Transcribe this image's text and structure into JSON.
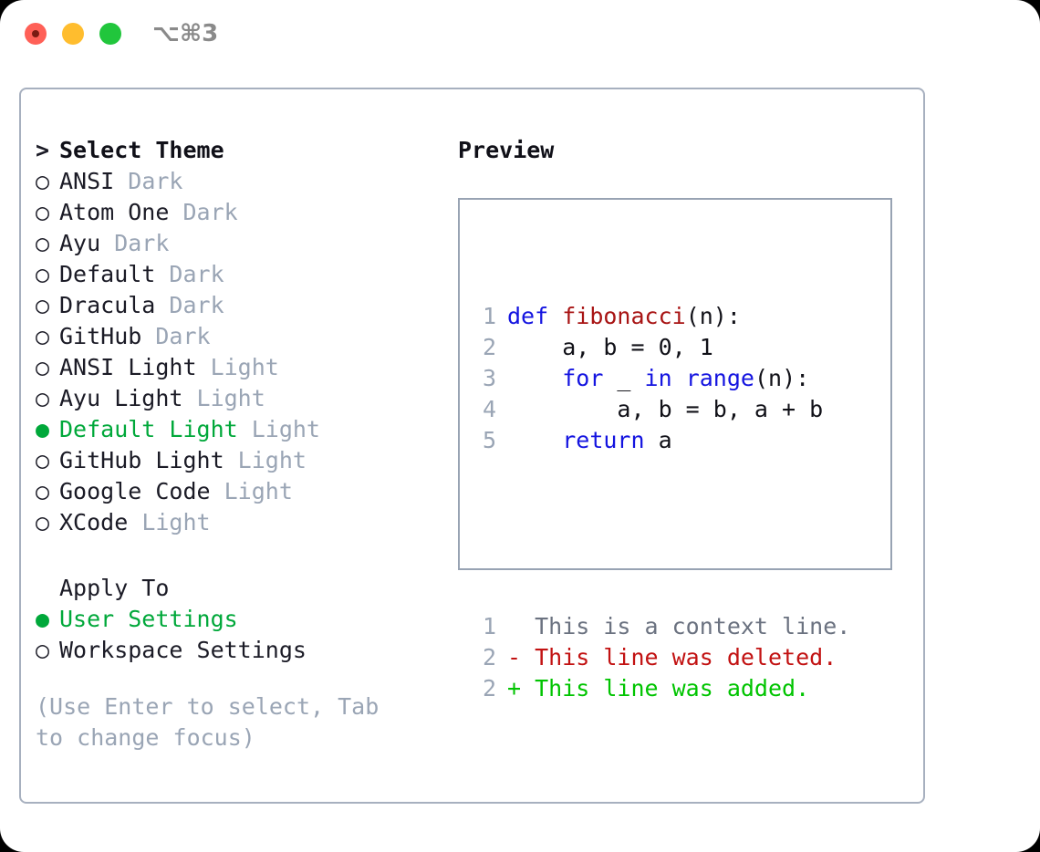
{
  "titlebar": {
    "shortcut": "⌥⌘3",
    "buttons": [
      "close",
      "minimize",
      "maximize"
    ]
  },
  "colors": {
    "selected_green": "#00a83a",
    "muted": "#9aa5b5",
    "keyword_blue": "#1414e0",
    "function_red": "#a81414",
    "diff_deleted": "#c21212",
    "diff_added": "#00c400",
    "border": "#a7b0bf"
  },
  "theme_list": {
    "header": {
      "prefix": ">",
      "label": "Select Theme"
    },
    "items": [
      {
        "marker": "○",
        "name": "ANSI",
        "tag": "Dark",
        "selected": false
      },
      {
        "marker": "○",
        "name": "Atom One",
        "tag": "Dark",
        "selected": false
      },
      {
        "marker": "○",
        "name": "Ayu",
        "tag": "Dark",
        "selected": false
      },
      {
        "marker": "○",
        "name": "Default",
        "tag": "Dark",
        "selected": false
      },
      {
        "marker": "○",
        "name": "Dracula",
        "tag": "Dark",
        "selected": false
      },
      {
        "marker": "○",
        "name": "GitHub",
        "tag": "Dark",
        "selected": false
      },
      {
        "marker": "○",
        "name": "ANSI Light",
        "tag": "Light",
        "selected": false
      },
      {
        "marker": "○",
        "name": "Ayu Light",
        "tag": "Light",
        "selected": false
      },
      {
        "marker": "●",
        "name": "Default Light",
        "tag": "Light",
        "selected": true
      },
      {
        "marker": "○",
        "name": "GitHub Light",
        "tag": "Light",
        "selected": false
      },
      {
        "marker": "○",
        "name": "Google Code",
        "tag": "Light",
        "selected": false
      },
      {
        "marker": "○",
        "name": "XCode",
        "tag": "Light",
        "selected": false
      }
    ]
  },
  "apply_to": {
    "header": "Apply To",
    "items": [
      {
        "marker": "●",
        "name": "User Settings",
        "selected": true
      },
      {
        "marker": "○",
        "name": "Workspace Settings",
        "selected": false
      }
    ]
  },
  "hint": "(Use Enter to select, Tab to change focus)",
  "preview": {
    "title": "Preview",
    "code_lines": [
      {
        "num": "1",
        "tokens": [
          {
            "t": "def",
            "c": "kw"
          },
          {
            "t": " ",
            "c": "plain"
          },
          {
            "t": "fibonacci",
            "c": "fn"
          },
          {
            "t": "(n):",
            "c": "plain"
          }
        ]
      },
      {
        "num": "2",
        "tokens": [
          {
            "t": "    a, b = 0, 1",
            "c": "plain"
          }
        ]
      },
      {
        "num": "3",
        "tokens": [
          {
            "t": "    ",
            "c": "plain"
          },
          {
            "t": "for",
            "c": "kw"
          },
          {
            "t": " _ ",
            "c": "plain"
          },
          {
            "t": "in",
            "c": "kw"
          },
          {
            "t": " ",
            "c": "plain"
          },
          {
            "t": "range",
            "c": "kw"
          },
          {
            "t": "(n):",
            "c": "plain"
          }
        ]
      },
      {
        "num": "4",
        "tokens": [
          {
            "t": "        a, b = b, a + b",
            "c": "plain"
          }
        ]
      },
      {
        "num": "5",
        "tokens": [
          {
            "t": "    ",
            "c": "plain"
          },
          {
            "t": "return",
            "c": "kw"
          },
          {
            "t": " a",
            "c": "plain"
          }
        ]
      }
    ],
    "diff_lines": [
      {
        "num": "1",
        "sign": " ",
        "text": "This is a context line.",
        "kind": "ctx"
      },
      {
        "num": "2",
        "sign": "-",
        "text": "This line was deleted.",
        "kind": "del"
      },
      {
        "num": "2",
        "sign": "+",
        "text": "This line was added.",
        "kind": "add"
      }
    ]
  }
}
